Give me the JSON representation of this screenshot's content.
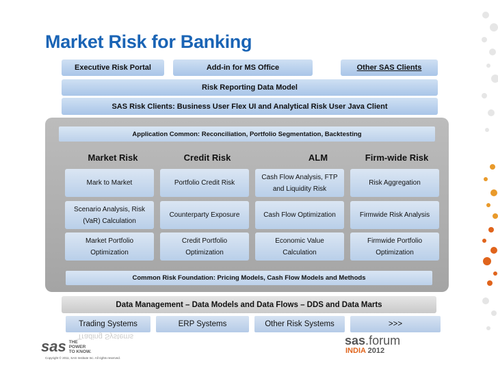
{
  "title": "Market Risk for Banking",
  "top_row": [
    "Executive Risk Portal",
    "Add-in for MS Office",
    "Other SAS Clients"
  ],
  "reporting_model": "Risk Reporting Data Model",
  "risk_clients": "SAS Risk Clients: Business User Flex UI and Analytical Risk User Java Client",
  "app_common": "Application Common: Reconciliation, Portfolio Segmentation, Backtesting",
  "columns": [
    {
      "header": "Market Risk",
      "cells": [
        "Mark to Market",
        "Scenario Analysis, Risk (VaR) Calculation",
        "Market Portfolio Optimization"
      ]
    },
    {
      "header": "Credit Risk",
      "cells": [
        "Portfolio Credit Risk",
        "Counterparty Exposure",
        "Credit Portfolio Optimization"
      ]
    },
    {
      "header": "ALM",
      "cells": [
        "Cash Flow Analysis,  FTP and Liquidity Risk",
        "Cash Flow Optimization",
        "Economic Value Calculation"
      ]
    },
    {
      "header": "Firm-wide Risk",
      "cells": [
        "Risk Aggregation",
        "Firmwide Risk Analysis",
        "Firmwide Portfolio Optimization"
      ]
    }
  ],
  "foundation": "Common Risk Foundation: Pricing Models, Cash Flow Models and Methods",
  "data_management": "Data Management – Data Models and Data Flows – DDS and Data Marts",
  "sources": [
    "Trading Systems",
    "ERP Systems",
    "Other Risk Systems",
    ">>>"
  ],
  "footer": {
    "logo": "sas",
    "tagline_1": "THE",
    "tagline_2": "POWER",
    "tagline_3": "TO KNOW.",
    "copyright": "Copyright © 2011, SAS Institute Inc. All rights reserved.",
    "event_1": "sas",
    "event_2": "forum",
    "event_country": "INDIA",
    "event_year": "2012"
  },
  "colors": {
    "title": "#1a64b5",
    "accent": "#e0641c"
  }
}
